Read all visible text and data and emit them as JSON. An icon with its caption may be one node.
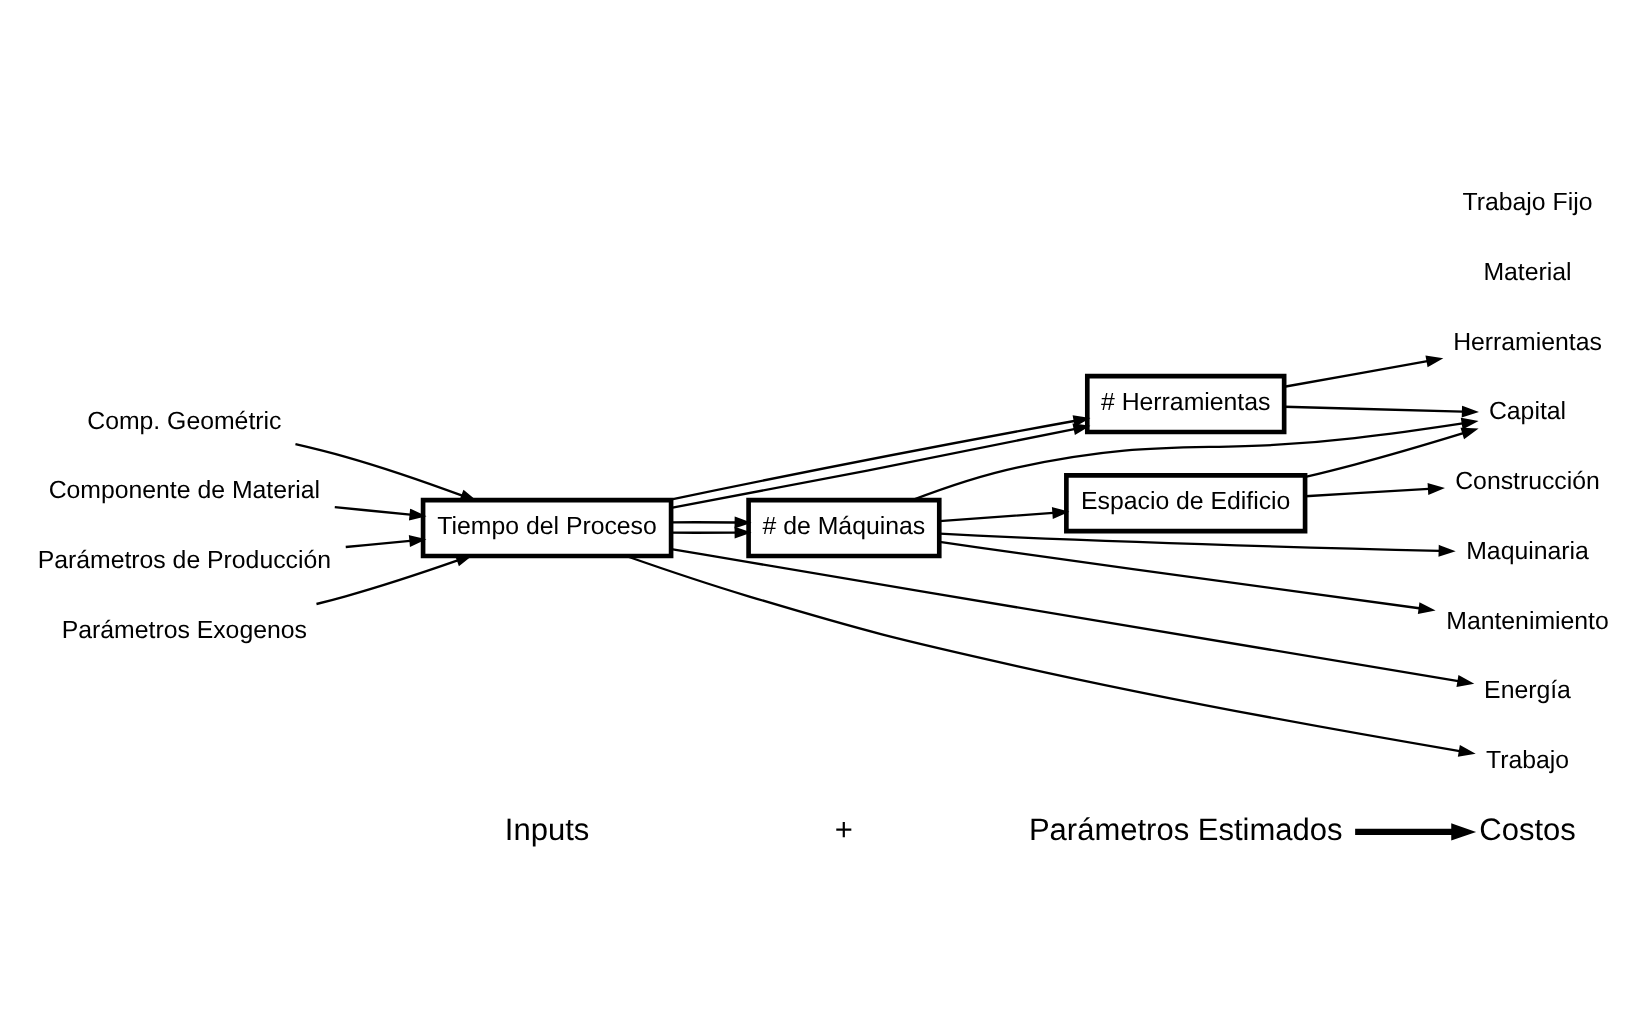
{
  "diagram": {
    "nodes": [
      {
        "text": [
          "Inputs"
        ]
      },
      {
        "text": [
          "Parámetros Estimados"
        ]
      },
      {
        "text": [
          "Costos"
        ]
      },
      {
        "text": [
          "Comp. Geométric"
        ]
      },
      {
        "text": [
          "Componente de Material"
        ]
      },
      {
        "text": [
          "Parámetros de Producción"
        ]
      },
      {
        "text": [
          "Parámetros Exogenos"
        ]
      },
      {
        "text": [
          "# Herramientas"
        ]
      },
      {
        "text": [
          "Tiempo del Proceso"
        ]
      },
      {
        "text": [
          "# de Máquinas"
        ]
      },
      {
        "text": [
          "Espacio de Edificio"
        ]
      },
      {
        "text": [
          "Material"
        ]
      },
      {
        "text": [
          "Energía"
        ]
      },
      {
        "text": [
          "Trabajo"
        ]
      },
      {
        "text": [
          "Maquinaria"
        ]
      },
      {
        "text": [
          "Herramientas"
        ]
      },
      {
        "text": [
          "Mantenimiento"
        ]
      },
      {
        "text": [
          "Trabajo Fijo"
        ]
      },
      {
        "text": [
          "Construcción"
        ]
      },
      {
        "text": [
          "Capital"
        ]
      }
    ],
    "edges": [
      {
        "from": 1,
        "to": 2,
        "arrow": "to",
        "style": "thick"
      },
      {
        "from": 3,
        "to": 8,
        "arrow": "to"
      },
      {
        "from": 8,
        "to": 7,
        "arrow": "to"
      },
      {
        "from": 4,
        "to": 8,
        "arrow": "to"
      },
      {
        "from": 5,
        "to": 8,
        "arrow": "to"
      },
      {
        "from": 8,
        "to": 9,
        "arrow": "to"
      },
      {
        "from": 6,
        "to": 8,
        "arrow": "to"
      },
      {
        "from": 8,
        "to": 9,
        "arrow": "to"
      },
      {
        "from": 9,
        "to": 10,
        "arrow": "to"
      },
      {
        "from": 8,
        "to": 7,
        "arrow": "to"
      },
      {
        "from": 8,
        "to": 12,
        "arrow": "to"
      },
      {
        "from": 8,
        "to": 13,
        "arrow": "to"
      },
      {
        "from": 7,
        "to": 15,
        "arrow": "to"
      },
      {
        "from": 7,
        "to": 19,
        "arrow": "to"
      },
      {
        "from": 9,
        "to": 14,
        "arrow": "to"
      },
      {
        "from": 9,
        "to": 16,
        "arrow": "to"
      },
      {
        "from": 9,
        "to": 19,
        "arrow": "to"
      },
      {
        "from": 10,
        "to": 18,
        "arrow": "to"
      },
      {
        "from": 10,
        "to": 19,
        "arrow": "to"
      }
    ],
    "labels": [
      "+"
    ]
  }
}
